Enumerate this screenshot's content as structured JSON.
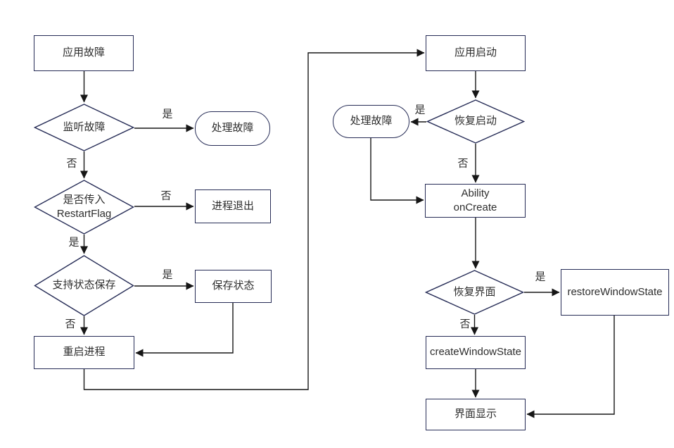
{
  "diagram": {
    "nodes": {
      "app_fault": {
        "label": "应用故障"
      },
      "listen_fault": {
        "label": "监听故障"
      },
      "handle_fault_left": {
        "label": "处理故障"
      },
      "restart_flag": {
        "line1": "是否传入",
        "line2": "RestartFlag"
      },
      "process_exit": {
        "label": "进程退出"
      },
      "support_state_save": {
        "label": "支持状态保存"
      },
      "save_state": {
        "label": "保存状态"
      },
      "restart_process": {
        "label": "重启进程"
      },
      "app_launch": {
        "label": "应用启动"
      },
      "recovery_launch": {
        "label": "恢复启动"
      },
      "handle_fault_right": {
        "label": "处理故障"
      },
      "ability_oncreate": {
        "line1": "Ability",
        "line2": "onCreate"
      },
      "restore_ui": {
        "label": "恢复界面"
      },
      "restore_window_state": {
        "label": "restoreWindowState"
      },
      "create_window_state": {
        "label": "createWindowState"
      },
      "ui_display": {
        "label": "界面显示"
      }
    },
    "edge_labels": {
      "listen_fault_yes": "是",
      "listen_fault_no": "否",
      "restart_flag_no": "否",
      "restart_flag_yes": "是",
      "support_save_yes": "是",
      "support_save_no": "否",
      "recovery_launch_yes": "是",
      "recovery_launch_no": "否",
      "restore_ui_yes": "是",
      "restore_ui_no": "否"
    },
    "colors": {
      "shape_border": "#262c56",
      "text": "#2d2d2d",
      "connector": "#161616",
      "background": "#ffffff"
    }
  }
}
